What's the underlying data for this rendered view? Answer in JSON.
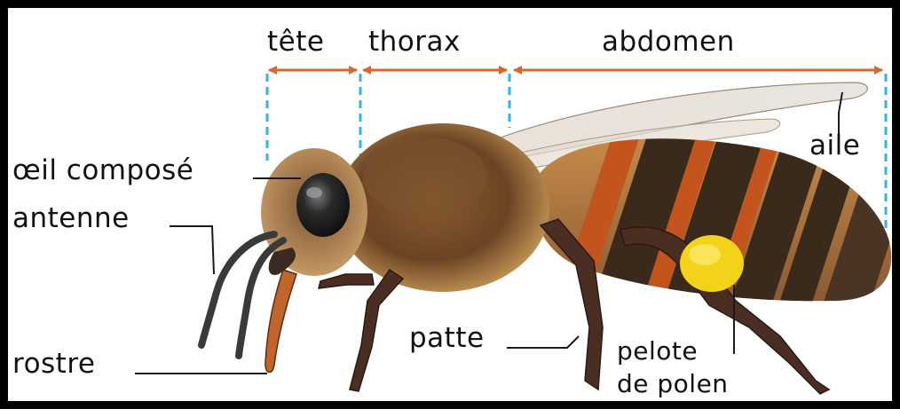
{
  "sections": {
    "head": "tête",
    "thorax": "thorax",
    "abdomen": "abdomen"
  },
  "labels": {
    "compound_eye": "œil composé",
    "antenna": "antenne",
    "proboscis": "rostre",
    "leg": "patte",
    "pollen_line1": "pelote",
    "pollen_line2": "de polen",
    "wing": "aile"
  },
  "colors": {
    "arrow": "#e0632a",
    "divider": "#35b3e6",
    "pollen": "#f3d21a",
    "body_hair": "#b7843f",
    "stripe_dark": "#3a2a1c",
    "stripe_orange": "#c4541d",
    "leg": "#4a2e24"
  }
}
